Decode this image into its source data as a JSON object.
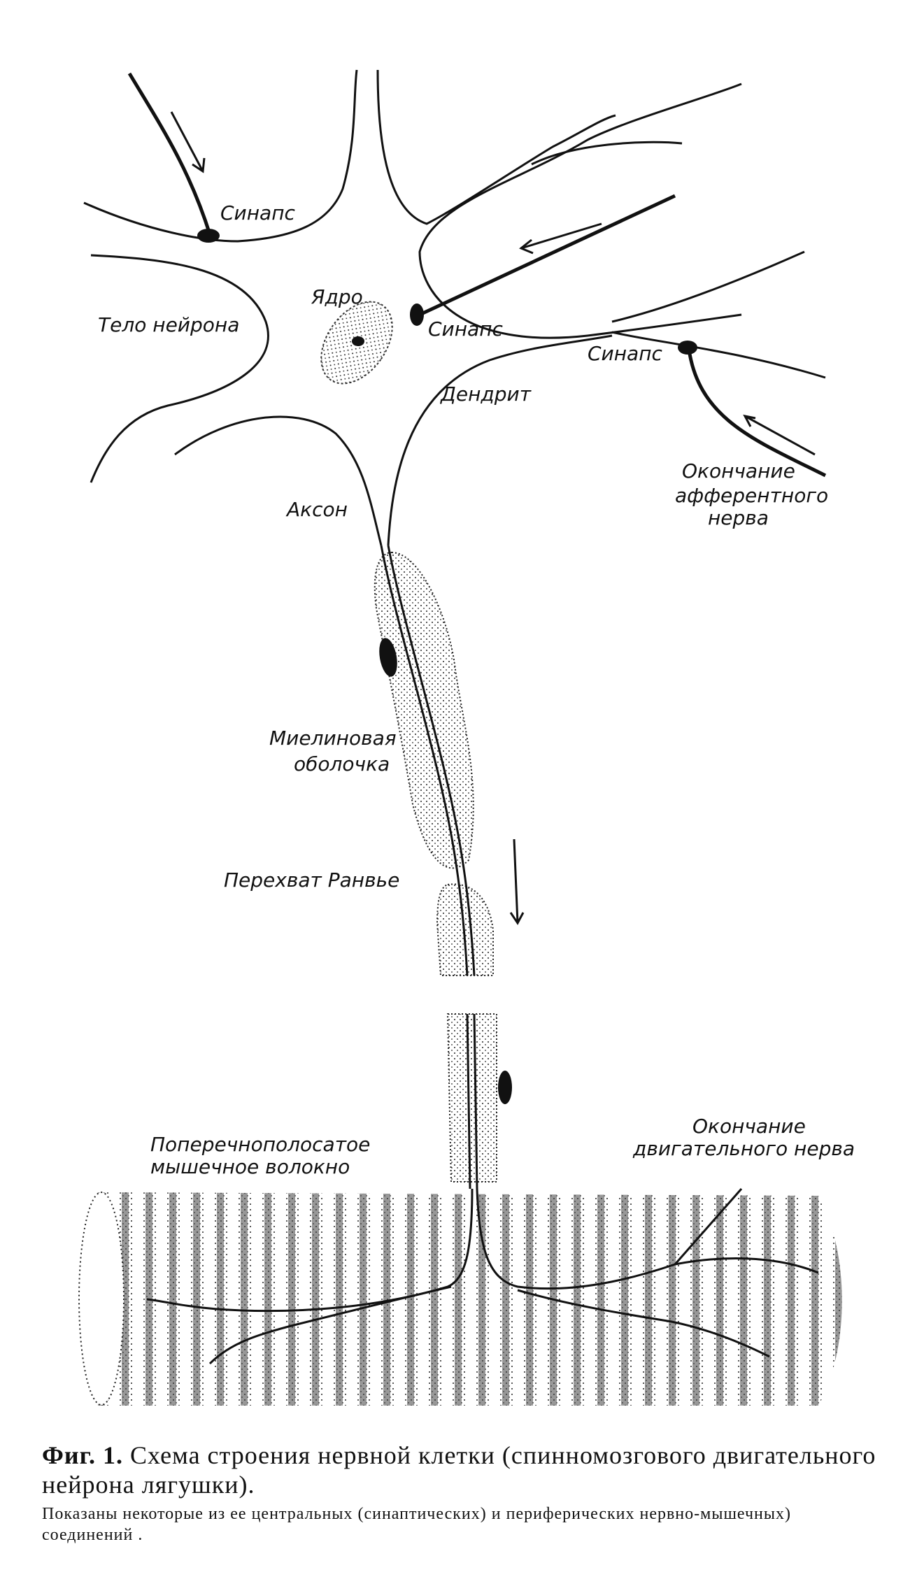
{
  "labels": {
    "synapse_top": "Синапс",
    "synapse_mid": "Синапс",
    "synapse_right": "Синапс",
    "nucleus": "Ядро",
    "cell_body": "Тело нейрона",
    "dendrite": "Дендрит",
    "axon": "Аксон",
    "afferent_1": "Окончание",
    "afferent_2": "афферентного",
    "afferent_3": "нерва",
    "myelin_1": "Миелиновая",
    "myelin_2": "оболочка",
    "ranvier": "Перехват Ранвье",
    "muscle_1": "Поперечнополосатое",
    "muscle_2": "мышечное волокно",
    "motor_1": "Окончание",
    "motor_2": "двигательного нерва"
  },
  "caption": {
    "fig_label": "Фиг. 1.",
    "title": "Схема строения нервной клетки (спинномозгового двигательного нейрона лягушки).",
    "subtitle": "Показаны некоторые из ее центральных (синаптических) и периферических нервно-мышечных) соединений ."
  }
}
